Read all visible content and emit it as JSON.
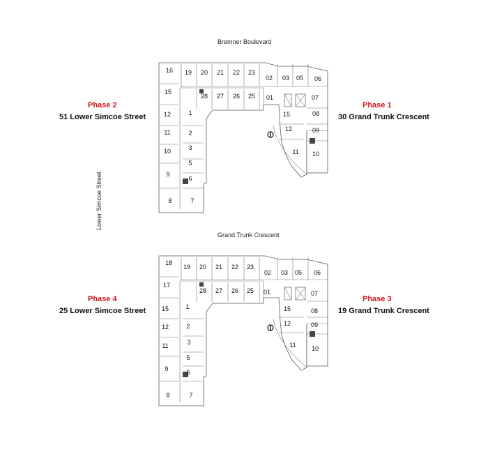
{
  "streets": {
    "top": "Bremner Boulevard",
    "middle": "Grand Trunk Crescent",
    "left": "Lower Simcoe Street"
  },
  "phases": {
    "phase1": {
      "title": "Phase 1",
      "address": "30 Grand Trunk Crescent"
    },
    "phase2": {
      "title": "Phase 2",
      "address": "51 Lower Simcoe Street"
    },
    "phase3": {
      "title": "Phase 3",
      "address": "19 Grand Trunk Crescent"
    },
    "phase4": {
      "title": "Phase 4",
      "address": "25 Lower Simcoe Street"
    }
  },
  "colors": {
    "phase_title": "#d0161e",
    "line": "#5a5a5a"
  },
  "icons": {
    "north": "north-arrow-icon",
    "stair": "stair-icon"
  },
  "plans": [
    {
      "name": "upper-floor-plan",
      "units": [
        "16",
        "15",
        "12",
        "11",
        "10",
        "9",
        "8",
        "19",
        "20",
        "21",
        "22",
        "23",
        "02",
        "03",
        "05",
        "06",
        "28",
        "27",
        "26",
        "25",
        "01",
        "1",
        "2",
        "3",
        "5",
        "6",
        "7",
        "15",
        "12",
        "11",
        "07",
        "08",
        "09",
        "10"
      ]
    },
    {
      "name": "lower-floor-plan",
      "units": [
        "18",
        "17",
        "15",
        "12",
        "11",
        "9",
        "8",
        "19",
        "20",
        "21",
        "22",
        "23",
        "02",
        "03",
        "05",
        "06",
        "28",
        "27",
        "26",
        "25",
        "01",
        "1",
        "2",
        "3",
        "5",
        "6",
        "7",
        "15",
        "12",
        "11",
        "07",
        "08",
        "09",
        "10"
      ]
    }
  ]
}
